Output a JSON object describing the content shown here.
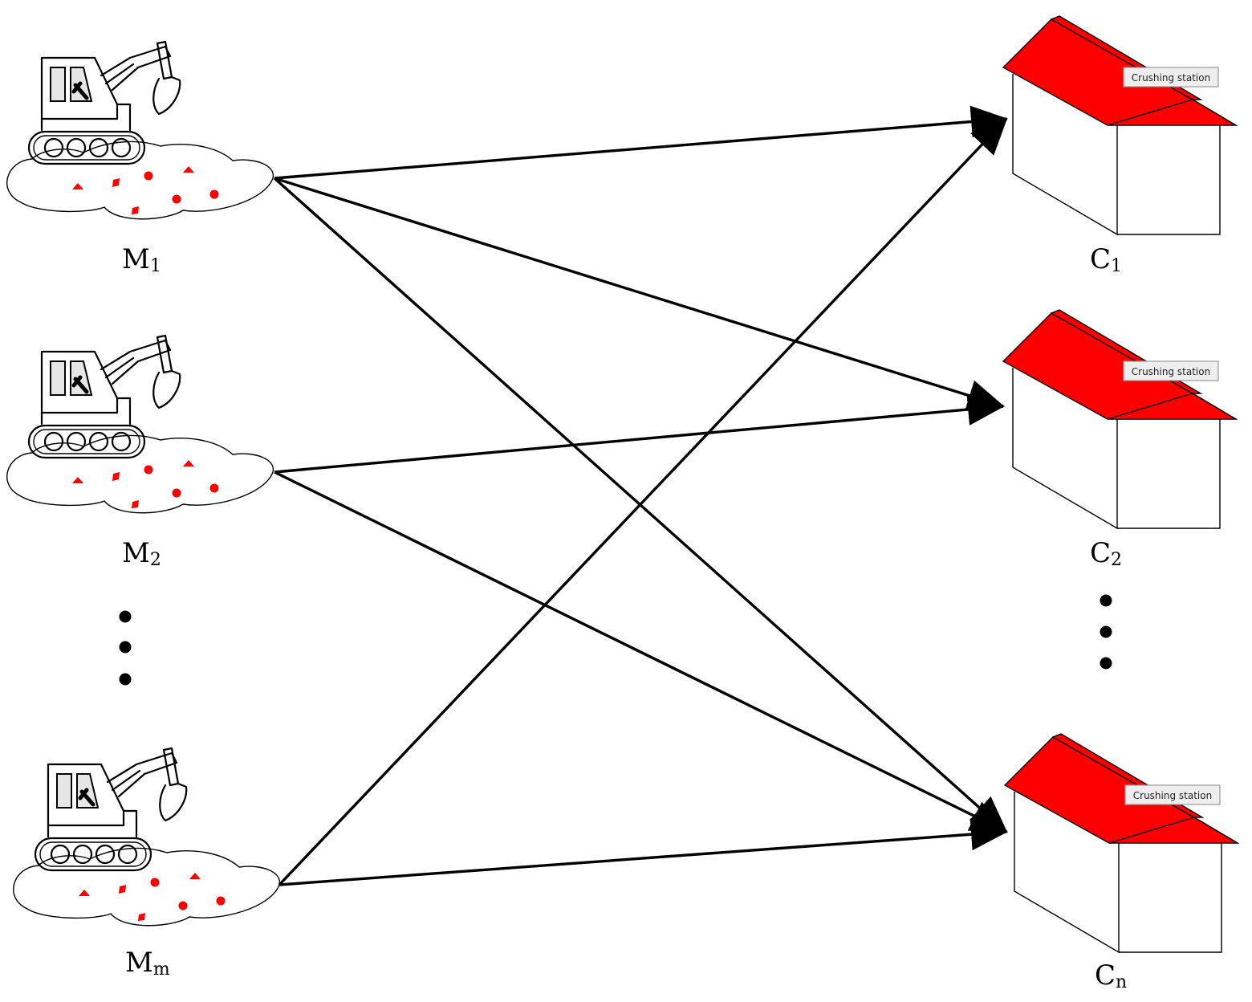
{
  "mines": [
    {
      "id": "M1",
      "letter": "M",
      "sub": "1"
    },
    {
      "id": "M2",
      "letter": "M",
      "sub": "2"
    },
    {
      "id": "Mm",
      "letter": "M",
      "sub": "m"
    }
  ],
  "stations": [
    {
      "id": "C1",
      "letter": "C",
      "sub": "1",
      "roof_label": "Crushing station"
    },
    {
      "id": "C2",
      "letter": "C",
      "sub": "2",
      "roof_label": "Crushing station"
    },
    {
      "id": "Cn",
      "letter": "C",
      "sub": "n",
      "roof_label": "Crushing station"
    }
  ],
  "flows": [
    {
      "from": "M1",
      "to": "C1"
    },
    {
      "from": "M1",
      "to": "C2"
    },
    {
      "from": "M1",
      "to": "Cn"
    },
    {
      "from": "M2",
      "to": "C2"
    },
    {
      "from": "M2",
      "to": "Cn"
    },
    {
      "from": "Mm",
      "to": "C1"
    },
    {
      "from": "Mm",
      "to": "Cn"
    }
  ],
  "colors": {
    "roof": "#ff0000",
    "ore": "#ff0000",
    "line": "#000000",
    "cab_window": "#e6e6e6",
    "label_box": "#eeeeee"
  },
  "icons": {
    "mine": "excavator-on-ore-pile-icon",
    "station": "house-red-roof-icon"
  }
}
